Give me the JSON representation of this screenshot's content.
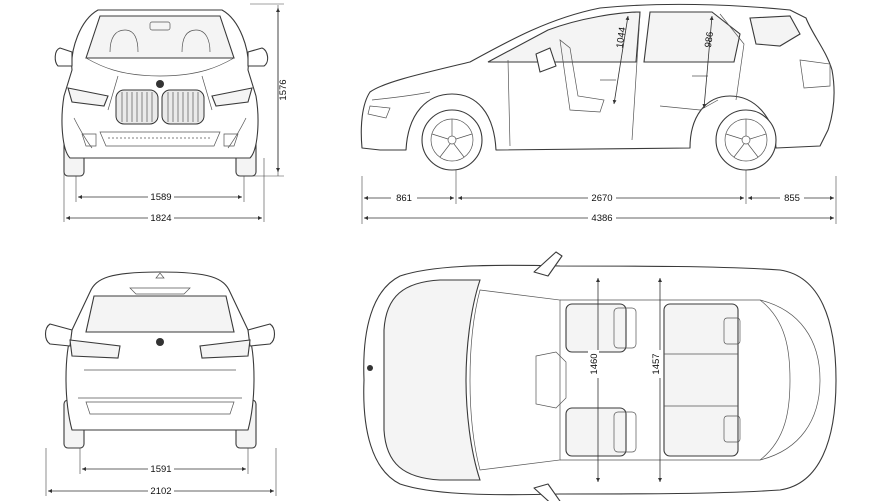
{
  "dimensions": {
    "front_track": "1589",
    "vehicle_width": "1824",
    "height": "1576",
    "front_overhang": "861",
    "wheelbase": "2670",
    "rear_overhang": "855",
    "length": "4386",
    "headroom_front": "1044",
    "headroom_rear": "986",
    "rear_track": "1591",
    "width_with_mirrors": "2102",
    "shoulder_width_front": "1460",
    "shoulder_width_rear": "1457"
  },
  "colors": {
    "line": "#3a3a3a",
    "background": "#ffffff"
  },
  "icons": {
    "logo": "bmw-roundel-icon"
  }
}
